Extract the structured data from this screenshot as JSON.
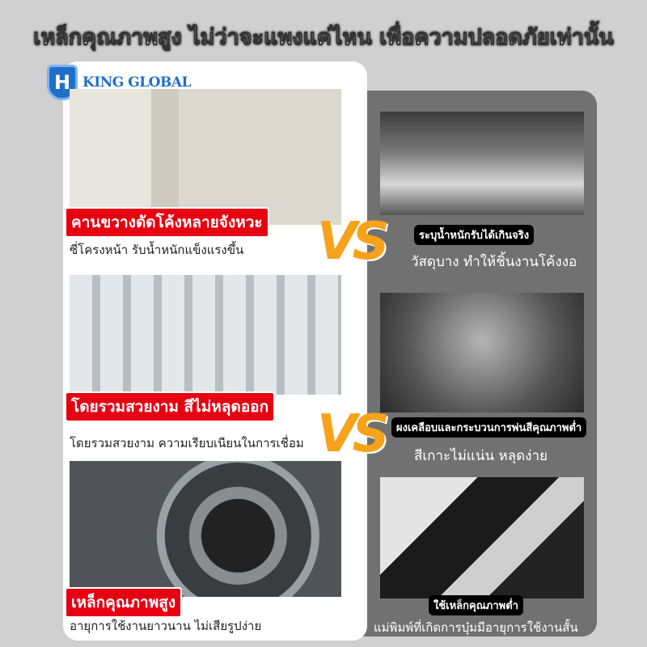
{
  "headline": "เหล็กคุณภาพสูง ไม่ว่าจะแพงแค่ไหน เพื่อความปลอดภัยเท่านั้น",
  "brand": {
    "name": "KING GLOBAL",
    "mark": "H"
  },
  "vs_label": "VS",
  "left": [
    {
      "label": "คานขวางดัดโค้งหลายจังหวะ",
      "desc": "ซี่โครงหน้า รับน้ำหนักแข็งแรงขึ้น"
    },
    {
      "label": "โดยรวมสวยงาม สีไม่หลุดออก",
      "desc": "โดยรวมสวยงาม ความเรียบเนียนในการเชื่อม"
    },
    {
      "label": "เหล็กคุณภาพสูง",
      "desc": "อายุการใช้งานยาวนาน ไม่เสียรูปง่าย"
    }
  ],
  "right": [
    {
      "label": "ระบุน้ำหนักรับได้เกินจริง",
      "desc": "วัสดุบาง ทำให้ชิ้นงานโค้งงอ"
    },
    {
      "label": "ผงเคลือบและกระบวนการพ่นสีคุณภาพต่ำ",
      "desc": "สีเกาะไม่แน่น หลุดง่าย"
    },
    {
      "label": "ใช้เหล็กคุณภาพต่ำ",
      "desc": "แม่พิมพ์ที่เกิดการบุ๋มมีอายุการใช้งานสั้น"
    }
  ],
  "colors": {
    "accent_red": "#e60012",
    "vs_orange": "#f7a21b",
    "brand_blue": "#1f6fc9"
  }
}
